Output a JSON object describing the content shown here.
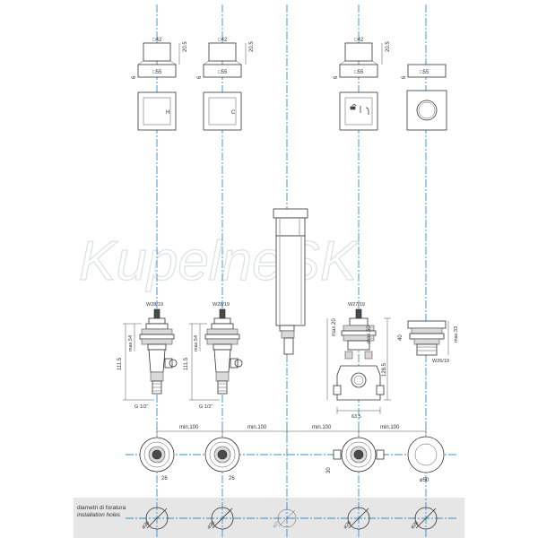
{
  "watermark": "KupelneSK",
  "top_views": {
    "col1": {
      "top": "□42",
      "height": "20.5",
      "bottom": "□55",
      "side": "6",
      "handle_mark": "H"
    },
    "col2": {
      "top": "□42",
      "height": "20.5",
      "bottom": "□55",
      "side": "6",
      "handle_mark": "C"
    },
    "col3": {
      "top": "□42",
      "height": "20.5",
      "bottom": "□55",
      "side": "6"
    },
    "col4": {
      "bottom": "□55",
      "side": "6"
    }
  },
  "side_views": {
    "valve1": {
      "thread": "W28/19",
      "max": "max.54",
      "height": "111.5",
      "connection": "G 1/2\""
    },
    "valve2": {
      "thread": "W28/19",
      "max": "max.54",
      "height": "111.5",
      "connection": "G 1/2\""
    },
    "diverter": {
      "thread": "W27/19",
      "max20": "max.20",
      "max50": "max.50",
      "height": "128.5",
      "width": "63.5"
    },
    "aerator": {
      "height": "40",
      "max": "max.33",
      "thread": "W26/19"
    }
  },
  "spacing": {
    "a": "min.100",
    "b": "min.100",
    "c": "min.100",
    "d": "min.100"
  },
  "plan_views": {
    "dim1": "26",
    "dim2": "26",
    "dim3": "30",
    "dim4": "ø50"
  },
  "footer": {
    "label_it": "diametri di foratura",
    "label_en": "installation holes",
    "holes": [
      "ø30",
      "ø30",
      "ø24",
      "ø29",
      "ø28"
    ]
  }
}
